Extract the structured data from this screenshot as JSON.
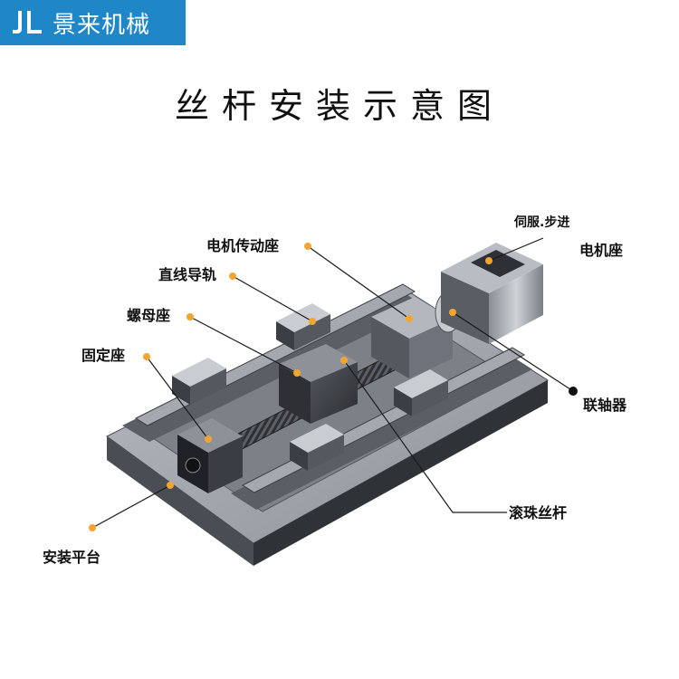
{
  "brand": {
    "logo_text": "JL",
    "name": "景来机械",
    "color": "#1f86c7"
  },
  "title": "丝杆安装示意图",
  "labels": {
    "motor_drive_seat": "电机传动座",
    "servo_stepper": "伺服.步进",
    "motor_seat": "电机座",
    "linear_guide": "直线导轨",
    "nut_seat": "螺母座",
    "fixed_seat": "固定座",
    "coupling": "联轴器",
    "ball_screw": "滚珠丝杆",
    "mounting_platform": "安装平台"
  },
  "colors": {
    "callout_dot": "#f2a531",
    "metal_dark": "#3b3e44",
    "metal_mid": "#6b6f76",
    "metal_light": "#a7abb1"
  }
}
